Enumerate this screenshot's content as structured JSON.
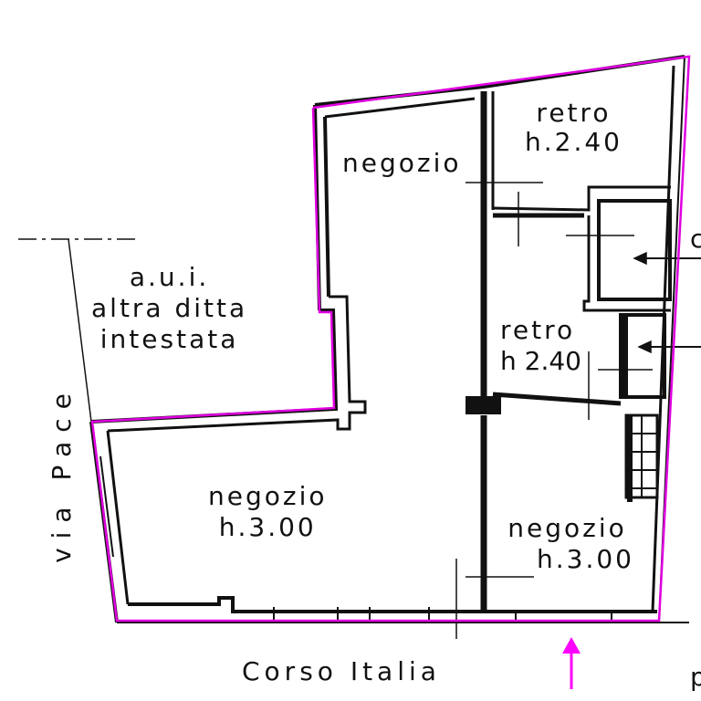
{
  "rooms": {
    "retro_top": {
      "name": "retro",
      "height": "h.2.40"
    },
    "negozio_top": {
      "name": "negozio"
    },
    "aui": {
      "line1": "a.u.i.",
      "line2": "altra ditta",
      "line3": "intestata"
    },
    "retro_mid": {
      "name": "retro",
      "height": "h 2.40"
    },
    "negozio_left": {
      "name": "negozio",
      "height": "h.3.00"
    },
    "negozio_right": {
      "name": "negozio",
      "height": "h.3.00"
    }
  },
  "streets": {
    "left": "via Pace",
    "bottom": "Corso Italia",
    "right_partial_top": "c",
    "right_partial_bottom": "p"
  },
  "colors": {
    "outline": "#e000e0",
    "walls": "#111111"
  }
}
